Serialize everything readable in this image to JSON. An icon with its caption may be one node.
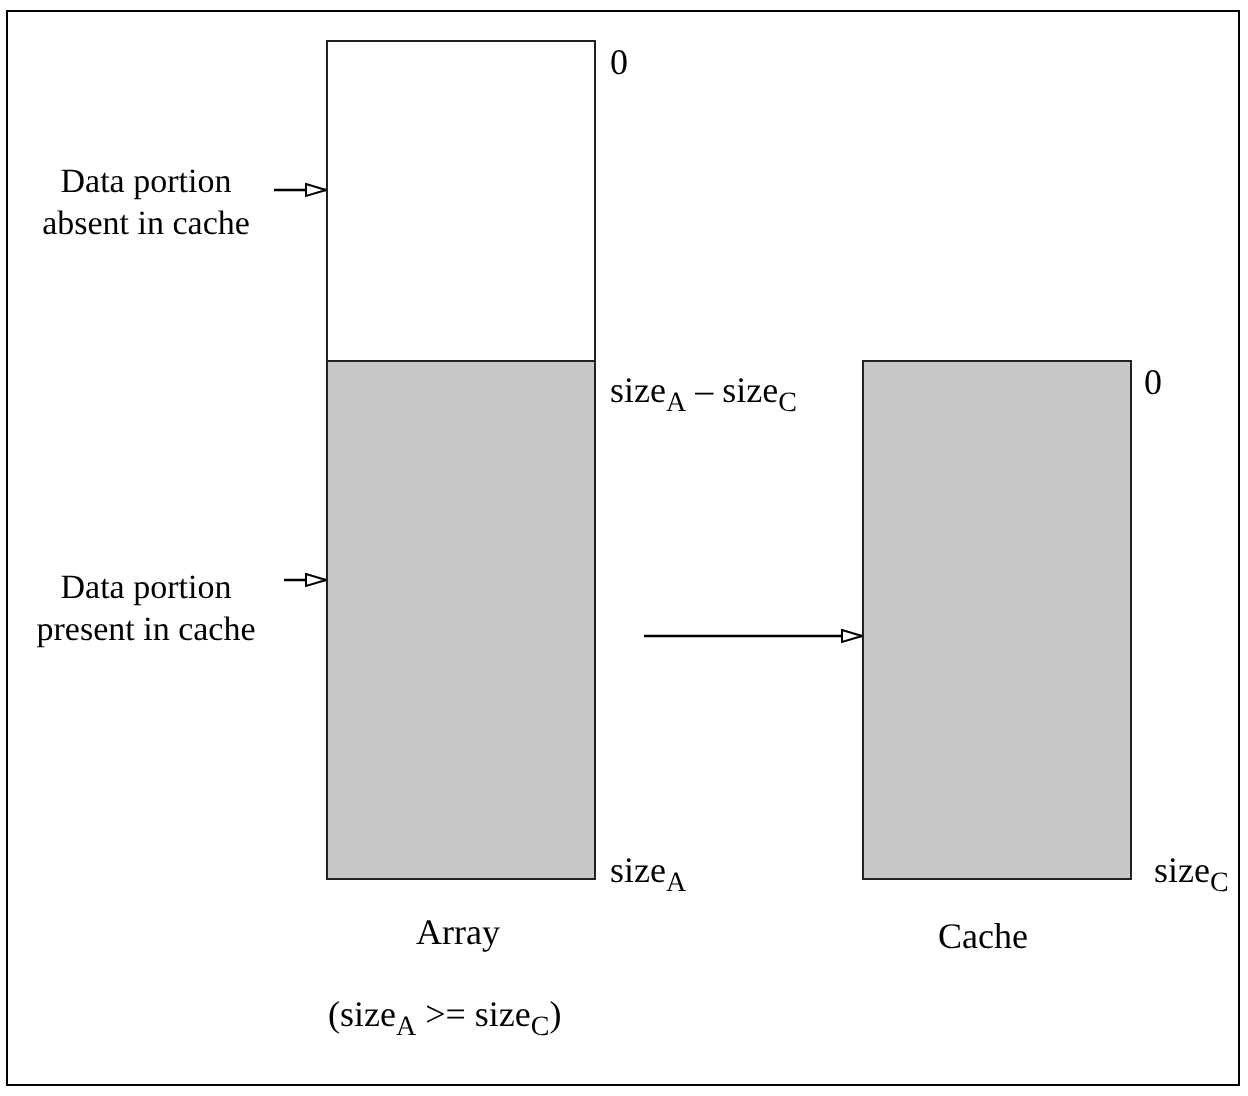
{
  "diagram": {
    "nodes": [
      {
        "text": [
          "Data portion absent in cache"
        ]
      },
      {
        "text": [],
        "shape": "box"
      },
      {
        "text": [
          "Data portion present in cache"
        ]
      },
      {
        "text": [],
        "shape": "box"
      },
      {
        "text": [],
        "shape": "box"
      }
    ],
    "edges": [
      {
        "from": 0,
        "to": 1,
        "arrow": "to"
      },
      {
        "from": 2,
        "to": 3,
        "arrow": "to"
      },
      {
        "from": 3,
        "to": 4,
        "arrow": "to"
      }
    ],
    "labels": [
      "0",
      "size$_{A}$ – size$_{C}$",
      "size$_{A}$",
      "Array",
      "(size$_{A}$ >= size$_{C}$)",
      "0",
      "size$_{C}$",
      "Cache"
    ]
  }
}
